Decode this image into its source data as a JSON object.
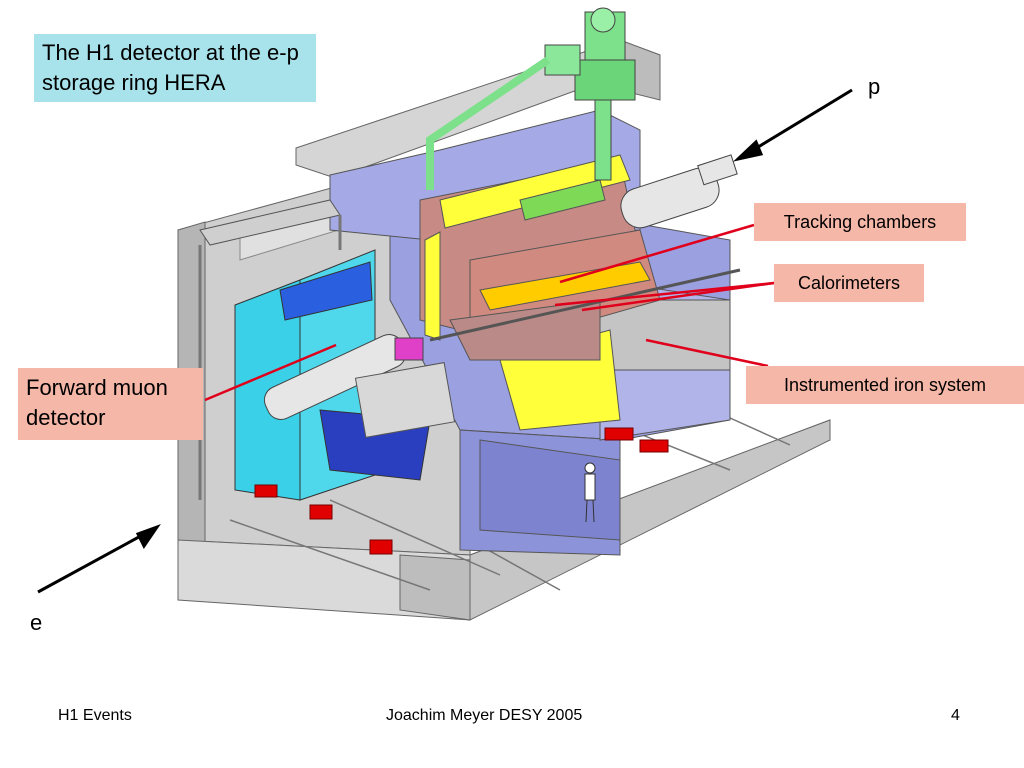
{
  "title": "The H1 detector at the e-p storage ring HERA",
  "beams": {
    "proton": "p",
    "electron": "e"
  },
  "labels": {
    "tracking": "Tracking chambers",
    "calorimeters": "Calorimeters",
    "iron": "Instrumented iron system",
    "muon": "Forward muon detector"
  },
  "footer": {
    "left": "H1 Events",
    "center": "Joachim Meyer  DESY  2005",
    "page": "4"
  },
  "colors": {
    "title_box": "#a8e2ea",
    "label_box": "#f5b7a8",
    "pointer": "#e0001b",
    "iron": "#9aa0e0",
    "muon": "#3ad0e8",
    "calorimeter": "#c88a84",
    "yellow": "#ffff3a"
  }
}
